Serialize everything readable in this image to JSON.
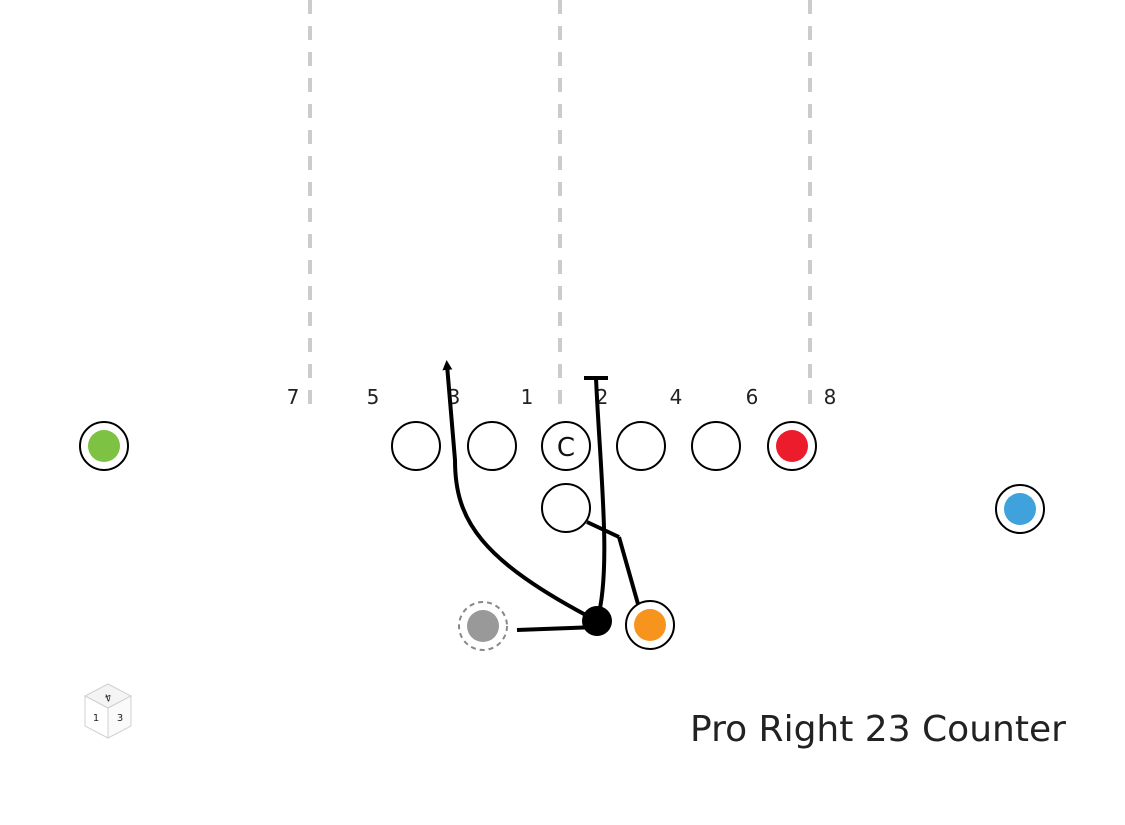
{
  "play": {
    "title": "Pro Right 23 Counter"
  },
  "holes": [
    "7",
    "5",
    "3",
    "1",
    "2",
    "4",
    "6",
    "8"
  ],
  "center_label": "C",
  "dice": {
    "faces": [
      "4",
      "1",
      "3"
    ]
  },
  "colors": {
    "x_receiver": "#7dc242",
    "tight_end": "#ec1c2d",
    "flanker": "#3fa2dc",
    "halfback": "#f7941d",
    "fullback_ghost": "#999999",
    "route": "#000000",
    "hashes": "#cccccc"
  },
  "players": [
    {
      "id": "x-receiver",
      "color": "#7dc242"
    },
    {
      "id": "left-tackle",
      "color": "#ffffff"
    },
    {
      "id": "left-guard",
      "color": "#ffffff"
    },
    {
      "id": "center",
      "color": "#ffffff"
    },
    {
      "id": "right-guard",
      "color": "#ffffff"
    },
    {
      "id": "right-tackle",
      "color": "#ffffff"
    },
    {
      "id": "tight-end",
      "color": "#ec1c2d"
    },
    {
      "id": "flanker",
      "color": "#3fa2dc"
    },
    {
      "id": "quarterback",
      "color": "#ffffff"
    },
    {
      "id": "fullback",
      "color": "#999999"
    },
    {
      "id": "halfback",
      "color": "#f7941d"
    }
  ]
}
